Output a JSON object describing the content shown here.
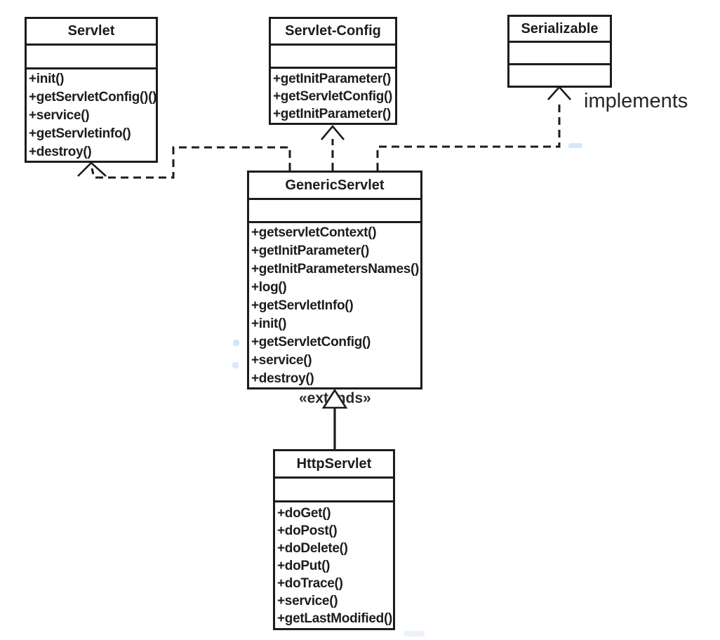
{
  "classes": {
    "servlet": {
      "name": "Servlet",
      "methods": [
        "+init()",
        "+getServletConfig()()",
        "+service()",
        "+getServletinfo()",
        "+destroy()"
      ]
    },
    "servlet_config": {
      "name": "Servlet-Config",
      "methods": [
        "+getInitParameter()",
        "+getServletConfig()",
        "+getInitParameter()"
      ]
    },
    "serializable": {
      "name": "Serializable",
      "methods": []
    },
    "generic_servlet": {
      "name": "GenericServlet",
      "methods": [
        "+getservletContext()",
        "+getInitParameter()",
        "+getInitParametersNames()",
        "+log()",
        "+getServletInfo()",
        "+init()",
        "+getServletConfig()",
        "+service()",
        "+destroy()"
      ]
    },
    "http_servlet": {
      "name": "HttpServlet",
      "methods": [
        "+doGet()",
        "+doPost()",
        "+doDelete()",
        "+doPut()",
        "+doTrace()",
        "+service()",
        "+getLastModified()"
      ]
    }
  },
  "labels": {
    "implements": "implements",
    "extends": "«extends»"
  },
  "relationships": [
    {
      "from": "GenericServlet",
      "to": "Servlet",
      "type": "implements",
      "line": "dashed",
      "arrow": "open"
    },
    {
      "from": "GenericServlet",
      "to": "Servlet-Config",
      "type": "implements",
      "line": "dashed",
      "arrow": "open"
    },
    {
      "from": "GenericServlet",
      "to": "Serializable",
      "type": "implements",
      "line": "dashed",
      "arrow": "open"
    },
    {
      "from": "HttpServlet",
      "to": "GenericServlet",
      "type": "extends",
      "line": "solid",
      "arrow": "hollow-triangle"
    }
  ],
  "colors": {
    "line": "#1c1c1c",
    "background": "#ffffff",
    "artifact_blue": "#c5d9f1"
  }
}
